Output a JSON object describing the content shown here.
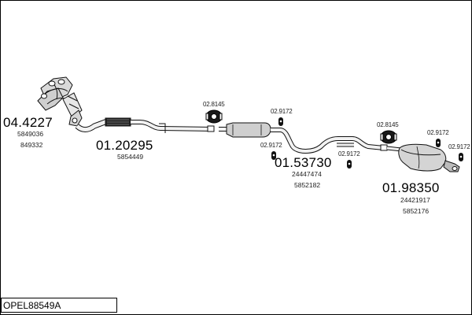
{
  "diagram": {
    "code": "OPEL88549A",
    "parts": [
      {
        "number": "04.4227",
        "refs": [
          "5849036",
          "849332"
        ]
      },
      {
        "number": "01.20295",
        "refs": [
          "5854449"
        ]
      },
      {
        "number": "01.53730",
        "refs": [
          "24447474",
          "5852182"
        ]
      },
      {
        "number": "01.98350",
        "refs": [
          "24421917",
          "5852176"
        ]
      }
    ],
    "fittings": {
      "clamp_a": "02.8145",
      "clamp_b": "02.8145",
      "hanger_a": "02.9172",
      "hanger_b": "02.9172",
      "hanger_c": "02.9172",
      "hanger_d": "02.9172",
      "hanger_e": "02.9172"
    }
  }
}
